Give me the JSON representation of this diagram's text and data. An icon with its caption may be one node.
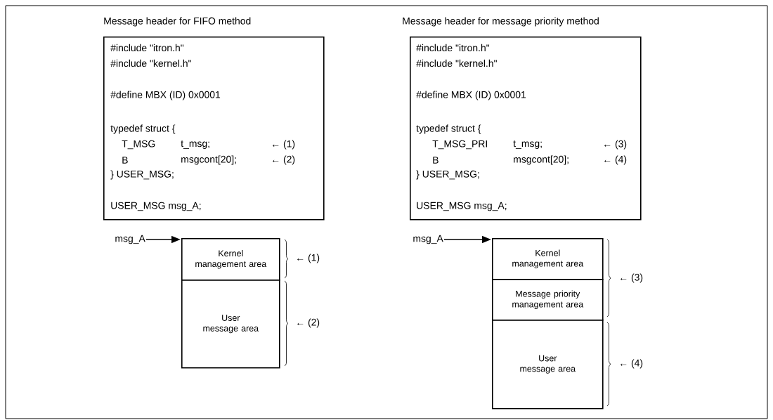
{
  "diagram": {
    "nodes": [
      {
        "text": [
          "Message header for FIFO method",
          "#include \"itron.h\"",
          "#include \"kernel.h\"",
          "#define MBX (ID) 0x0001",
          "typedef struct {",
          "T_MSG",
          "t_msg;",
          "← (1)",
          "B",
          "msgcont[20];",
          "← (2)",
          "} USER_MSG;",
          "USER_MSG msg_A;"
        ]
      },
      {
        "text": [
          "Message header for message priority method",
          "#include \"itron.h\"",
          "#include \"kernel.h\"",
          "#define MBX (ID) 0x0001",
          "typedef struct {",
          "T_MSG_PRI",
          "t_msg;",
          "← (3)",
          "B",
          "msgcont[20];",
          "← (4)",
          "} USER_MSG;",
          "USER_MSG msg_A;"
        ]
      },
      {
        "text": [
          "msg_A"
        ]
      },
      {
        "text": [
          "Kernel management area"
        ]
      },
      {
        "text": [
          "User message area"
        ]
      },
      {
        "text": [
          "msg_A"
        ]
      },
      {
        "text": [
          "Kernel management area"
        ]
      },
      {
        "text": [
          "Message priority management area"
        ]
      },
      {
        "text": [
          "User message area"
        ]
      }
    ],
    "edges": [
      {
        "from": 2,
        "to": 3,
        "arrow": "to"
      },
      {
        "from": 5,
        "to": 6,
        "arrow": "to"
      }
    ],
    "labels": [
      "← (1)",
      "← (2)",
      "← (3)",
      "← (4)"
    ]
  }
}
